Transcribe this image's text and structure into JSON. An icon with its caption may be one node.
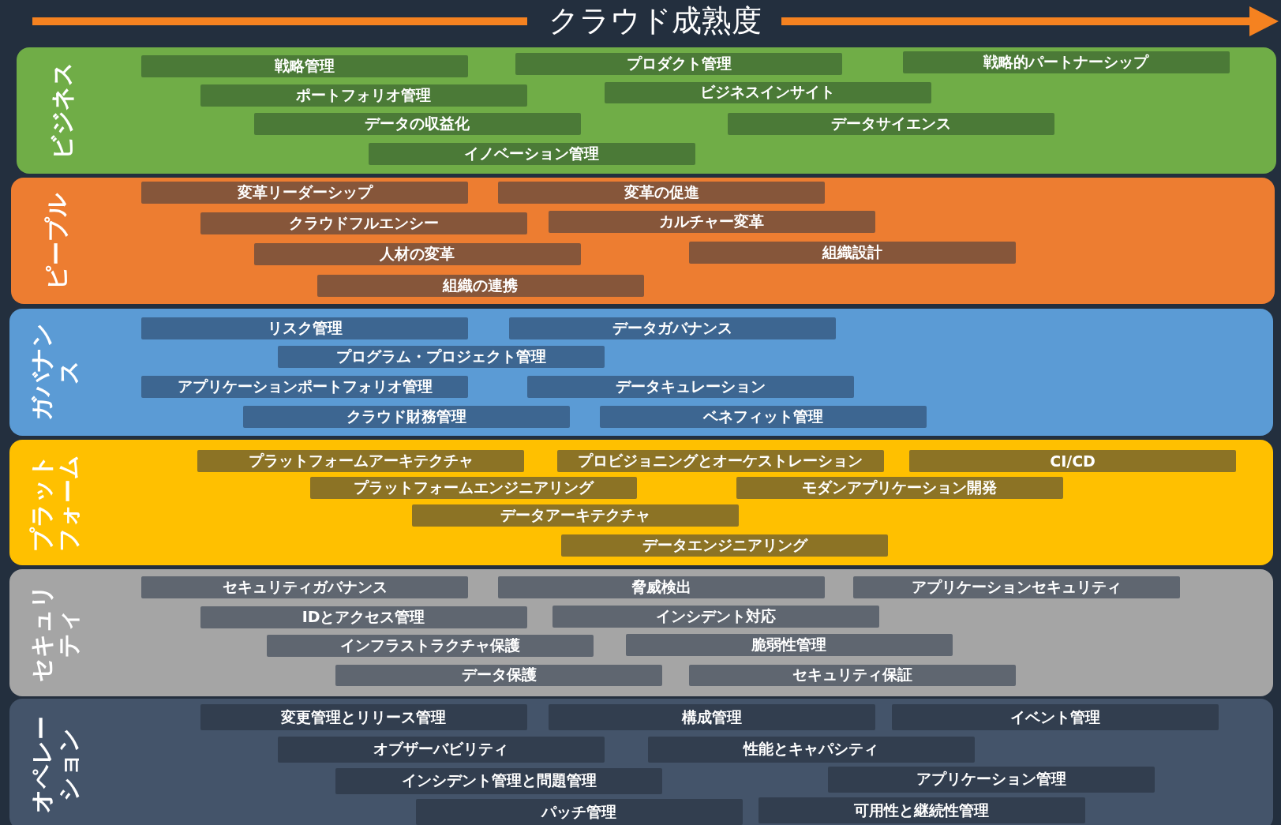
{
  "diagram": {
    "title": "クラウド成熟度",
    "nodes": [
      {
        "text": [
          "ビジネス"
        ]
      },
      {
        "text": [
          "戦略管理"
        ],
        "in": 0
      },
      {
        "text": [
          "プロダクト管理"
        ],
        "in": 0
      },
      {
        "text": [
          "戦略的パートナーシップ"
        ],
        "in": 0
      },
      {
        "text": [
          "ポートフォリオ管理"
        ],
        "in": 0
      },
      {
        "text": [
          "ビジネスインサイト"
        ],
        "in": 0
      },
      {
        "text": [
          "データの収益化"
        ],
        "in": 0
      },
      {
        "text": [
          "データサイエンス"
        ],
        "in": 0
      },
      {
        "text": [
          "イノベーション管理"
        ],
        "in": 0
      },
      {
        "text": [
          "ピープル"
        ]
      },
      {
        "text": [
          "変革リーダーシップ"
        ],
        "in": 9
      },
      {
        "text": [
          "変革の促進"
        ],
        "in": 9
      },
      {
        "text": [
          "クラウドフルエンシー"
        ],
        "in": 9
      },
      {
        "text": [
          "カルチャー変革"
        ],
        "in": 9
      },
      {
        "text": [
          "人材の変革"
        ],
        "in": 9
      },
      {
        "text": [
          "組織設計"
        ],
        "in": 9
      },
      {
        "text": [
          "組織の連携"
        ],
        "in": 9
      },
      {
        "text": [
          "ガバナンス"
        ]
      },
      {
        "text": [
          "リスク管理"
        ],
        "in": 17
      },
      {
        "text": [
          "データガバナンス"
        ],
        "in": 17
      },
      {
        "text": [
          "プログラム・プロジェクト管理"
        ],
        "in": 17
      },
      {
        "text": [
          "アプリケーションポートフォリオ管理"
        ],
        "in": 17
      },
      {
        "text": [
          "データキュレーション"
        ],
        "in": 17
      },
      {
        "text": [
          "クラウド財務管理"
        ],
        "in": 17
      },
      {
        "text": [
          "ベネフィット管理"
        ],
        "in": 17
      },
      {
        "text": [
          "プラットフォーム"
        ]
      },
      {
        "text": [
          "プラットフォームアーキテクチャ"
        ],
        "in": 25
      },
      {
        "text": [
          "プロビジョニングとオーケストレーション"
        ],
        "in": 25
      },
      {
        "text": [
          "CI/CD"
        ],
        "in": 25
      },
      {
        "text": [
          "プラットフォームエンジニアリング"
        ],
        "in": 25
      },
      {
        "text": [
          "モダンアプリケーション開発"
        ],
        "in": 25
      },
      {
        "text": [
          "データアーキテクチャ"
        ],
        "in": 25
      },
      {
        "text": [
          "データエンジニアリング"
        ],
        "in": 25
      },
      {
        "text": [
          "セキュリティ"
        ]
      },
      {
        "text": [
          "セキュリティガバナンス"
        ],
        "in": 33
      },
      {
        "text": [
          "脅威検出"
        ],
        "in": 33
      },
      {
        "text": [
          "アプリケーションセキュリティ"
        ],
        "in": 33
      },
      {
        "text": [
          "IDとアクセス管理"
        ],
        "in": 33
      },
      {
        "text": [
          "インシデント対応"
        ],
        "in": 33
      },
      {
        "text": [
          "インフラストラクチャ保護"
        ],
        "in": 33
      },
      {
        "text": [
          "脆弱性管理"
        ],
        "in": 33
      },
      {
        "text": [
          "データ保護"
        ],
        "in": 33
      },
      {
        "text": [
          "セキュリティ保証"
        ],
        "in": 33
      },
      {
        "text": [
          "オペレーション"
        ]
      },
      {
        "text": [
          "変更管理とリリース管理"
        ],
        "in": 43
      },
      {
        "text": [
          "構成管理"
        ],
        "in": 43
      },
      {
        "text": [
          "イベント管理"
        ],
        "in": 43
      },
      {
        "text": [
          "オブザーバビリティ"
        ],
        "in": 43
      },
      {
        "text": [
          "性能とキャパシティ"
        ],
        "in": 43
      },
      {
        "text": [
          "インシデント管理と問題管理"
        ],
        "in": 43
      },
      {
        "text": [
          "アプリケーション管理"
        ],
        "in": 43
      },
      {
        "text": [
          "パッチ管理"
        ],
        "in": 43
      },
      {
        "text": [
          "可用性と継続性管理"
        ],
        "in": 43
      }
    ]
  }
}
